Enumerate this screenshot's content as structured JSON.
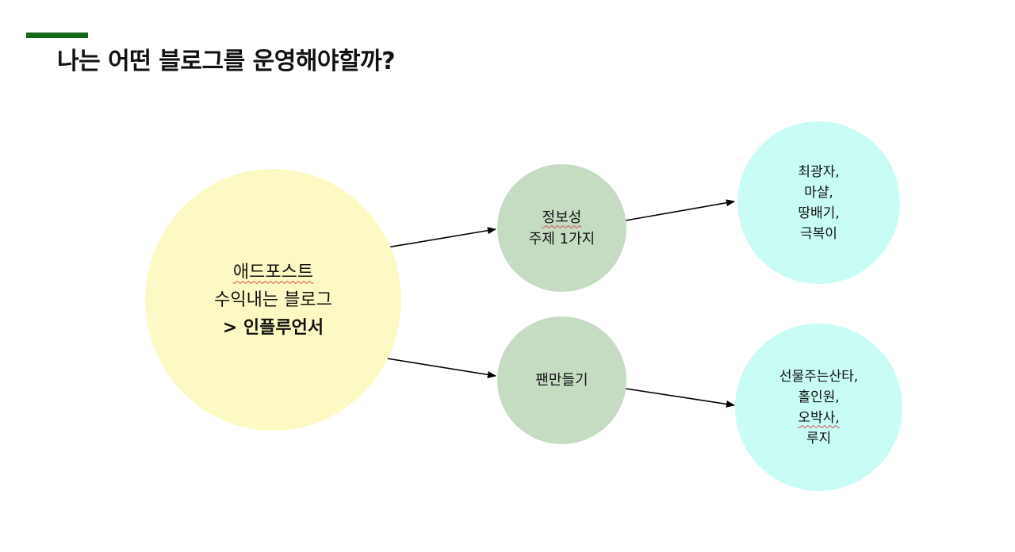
{
  "title": "나는 어떤 블로그를 운영해야할까?",
  "colors": {
    "accent_bar": "#17691a",
    "root_node": "#fdf9c4",
    "mid_nodes": "#c5dcc3",
    "leaf_nodes": "#c8fcf4",
    "arrows": "#000000",
    "spellcheck_underline": "#d24a4a"
  },
  "nodes": {
    "root": {
      "lines": [
        "애드포스트",
        "수익내는 블로그",
        "> 인플루언서"
      ]
    },
    "info": {
      "lines": [
        "정보성",
        "주제 1가지"
      ]
    },
    "fan": {
      "lines": [
        "팬만들기"
      ]
    },
    "info_examples": {
      "lines": [
        "최광자,",
        "마샬,",
        "땅배기,",
        "극복이"
      ]
    },
    "fan_examples": {
      "lines": [
        "선물주는산타,",
        "홀인원,",
        "오박사,",
        "루지"
      ]
    }
  },
  "edges": [
    {
      "from": "root",
      "to": "info"
    },
    {
      "from": "info",
      "to": "info_examples"
    },
    {
      "from": "root",
      "to": "fan"
    },
    {
      "from": "fan",
      "to": "fan_examples"
    }
  ]
}
